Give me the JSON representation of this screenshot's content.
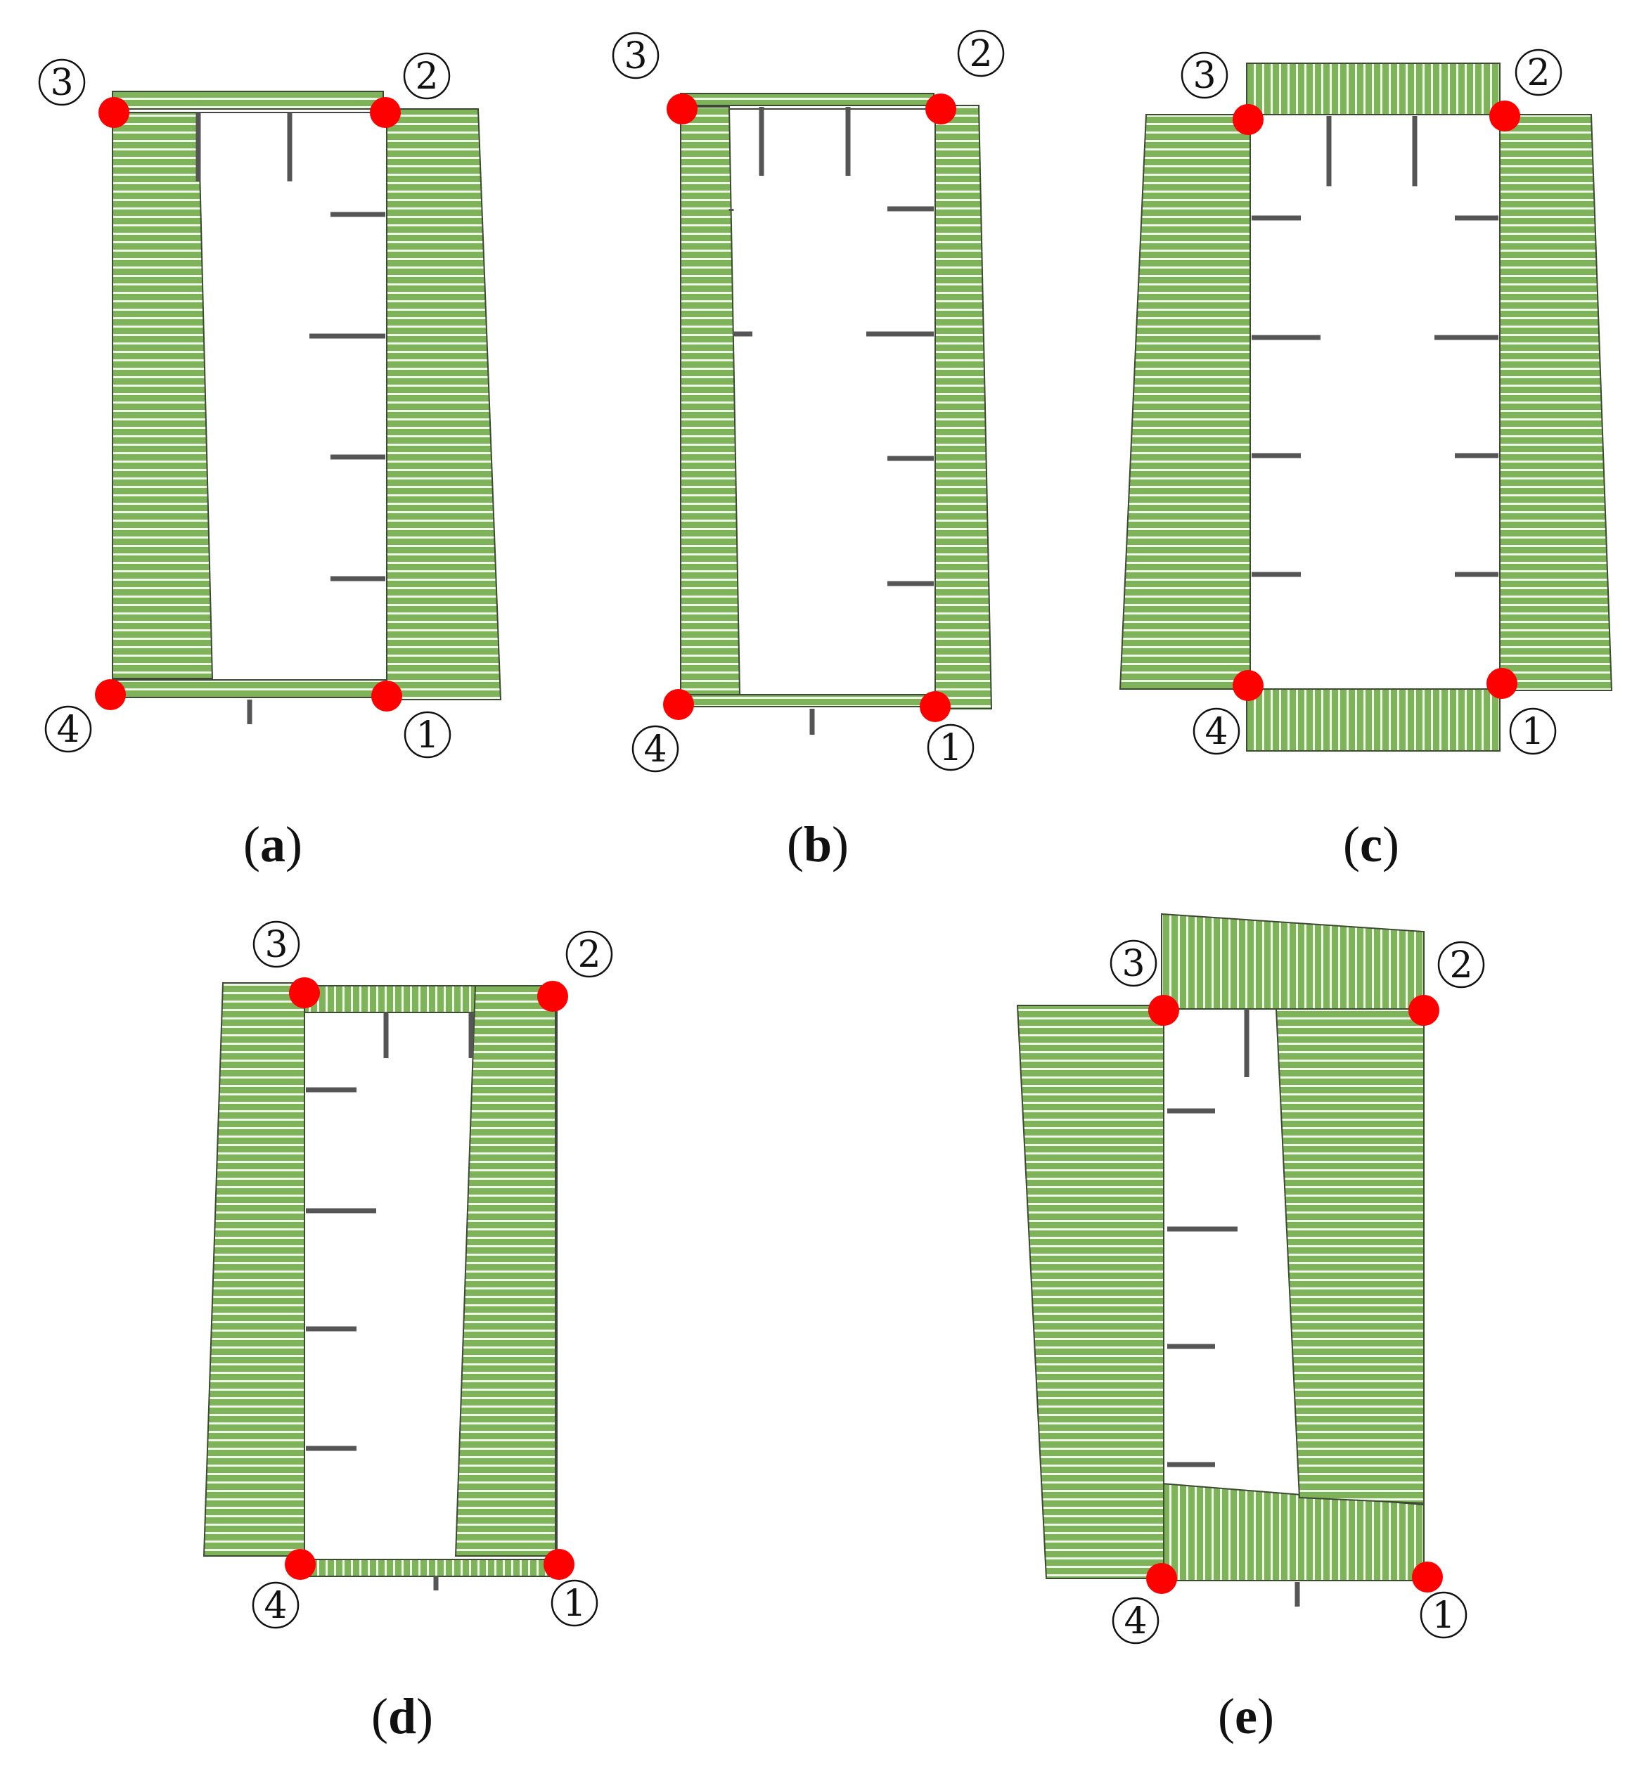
{
  "colors": {
    "hatch_fill": "#7fb35a",
    "hatch_line": "#eef6e8",
    "outline": "#3d4a33",
    "tick": "#555555",
    "node": "#ff0000"
  },
  "node_labels": [
    "1",
    "2",
    "3",
    "4"
  ],
  "panels": [
    {
      "id": "a",
      "caption": {
        "open": "(",
        "letter": "a",
        "close": ")"
      }
    },
    {
      "id": "b",
      "caption": {
        "open": "(",
        "letter": "b",
        "close": ")"
      }
    },
    {
      "id": "c",
      "caption": {
        "open": "(",
        "letter": "c",
        "close": ")"
      }
    },
    {
      "id": "d",
      "caption": {
        "open": "(",
        "letter": "d",
        "close": ")"
      }
    },
    {
      "id": "e",
      "caption": {
        "open": "(",
        "letter": "e",
        "close": ")"
      }
    }
  ]
}
